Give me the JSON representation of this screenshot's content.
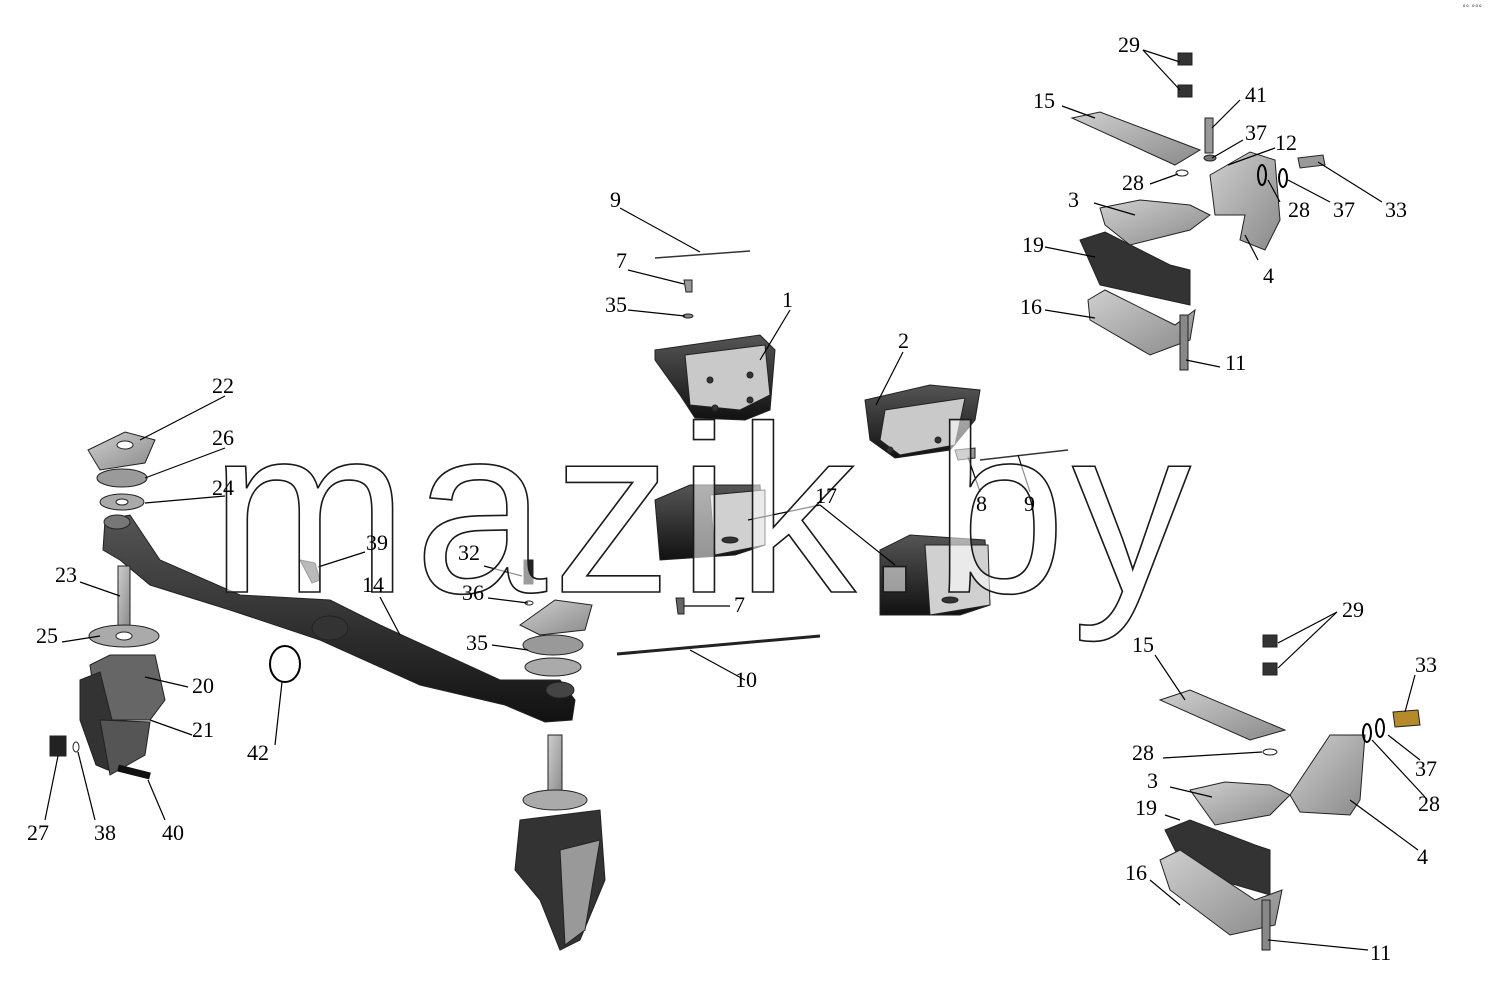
{
  "watermark": "mazik.by",
  "corner_mark": "°° °°°",
  "callouts": [
    "1",
    "2",
    "3",
    "3",
    "4",
    "4",
    "7",
    "7",
    "8",
    "9",
    "9",
    "10",
    "11",
    "11",
    "12",
    "14",
    "15",
    "15",
    "16",
    "16",
    "17",
    "19",
    "19",
    "20",
    "21",
    "22",
    "23",
    "24",
    "25",
    "26",
    "27",
    "28",
    "28",
    "28",
    "29",
    "29",
    "32",
    "33",
    "33",
    "35",
    "35",
    "36",
    "37",
    "37",
    "37",
    "38",
    "39",
    "40",
    "41",
    "42"
  ]
}
